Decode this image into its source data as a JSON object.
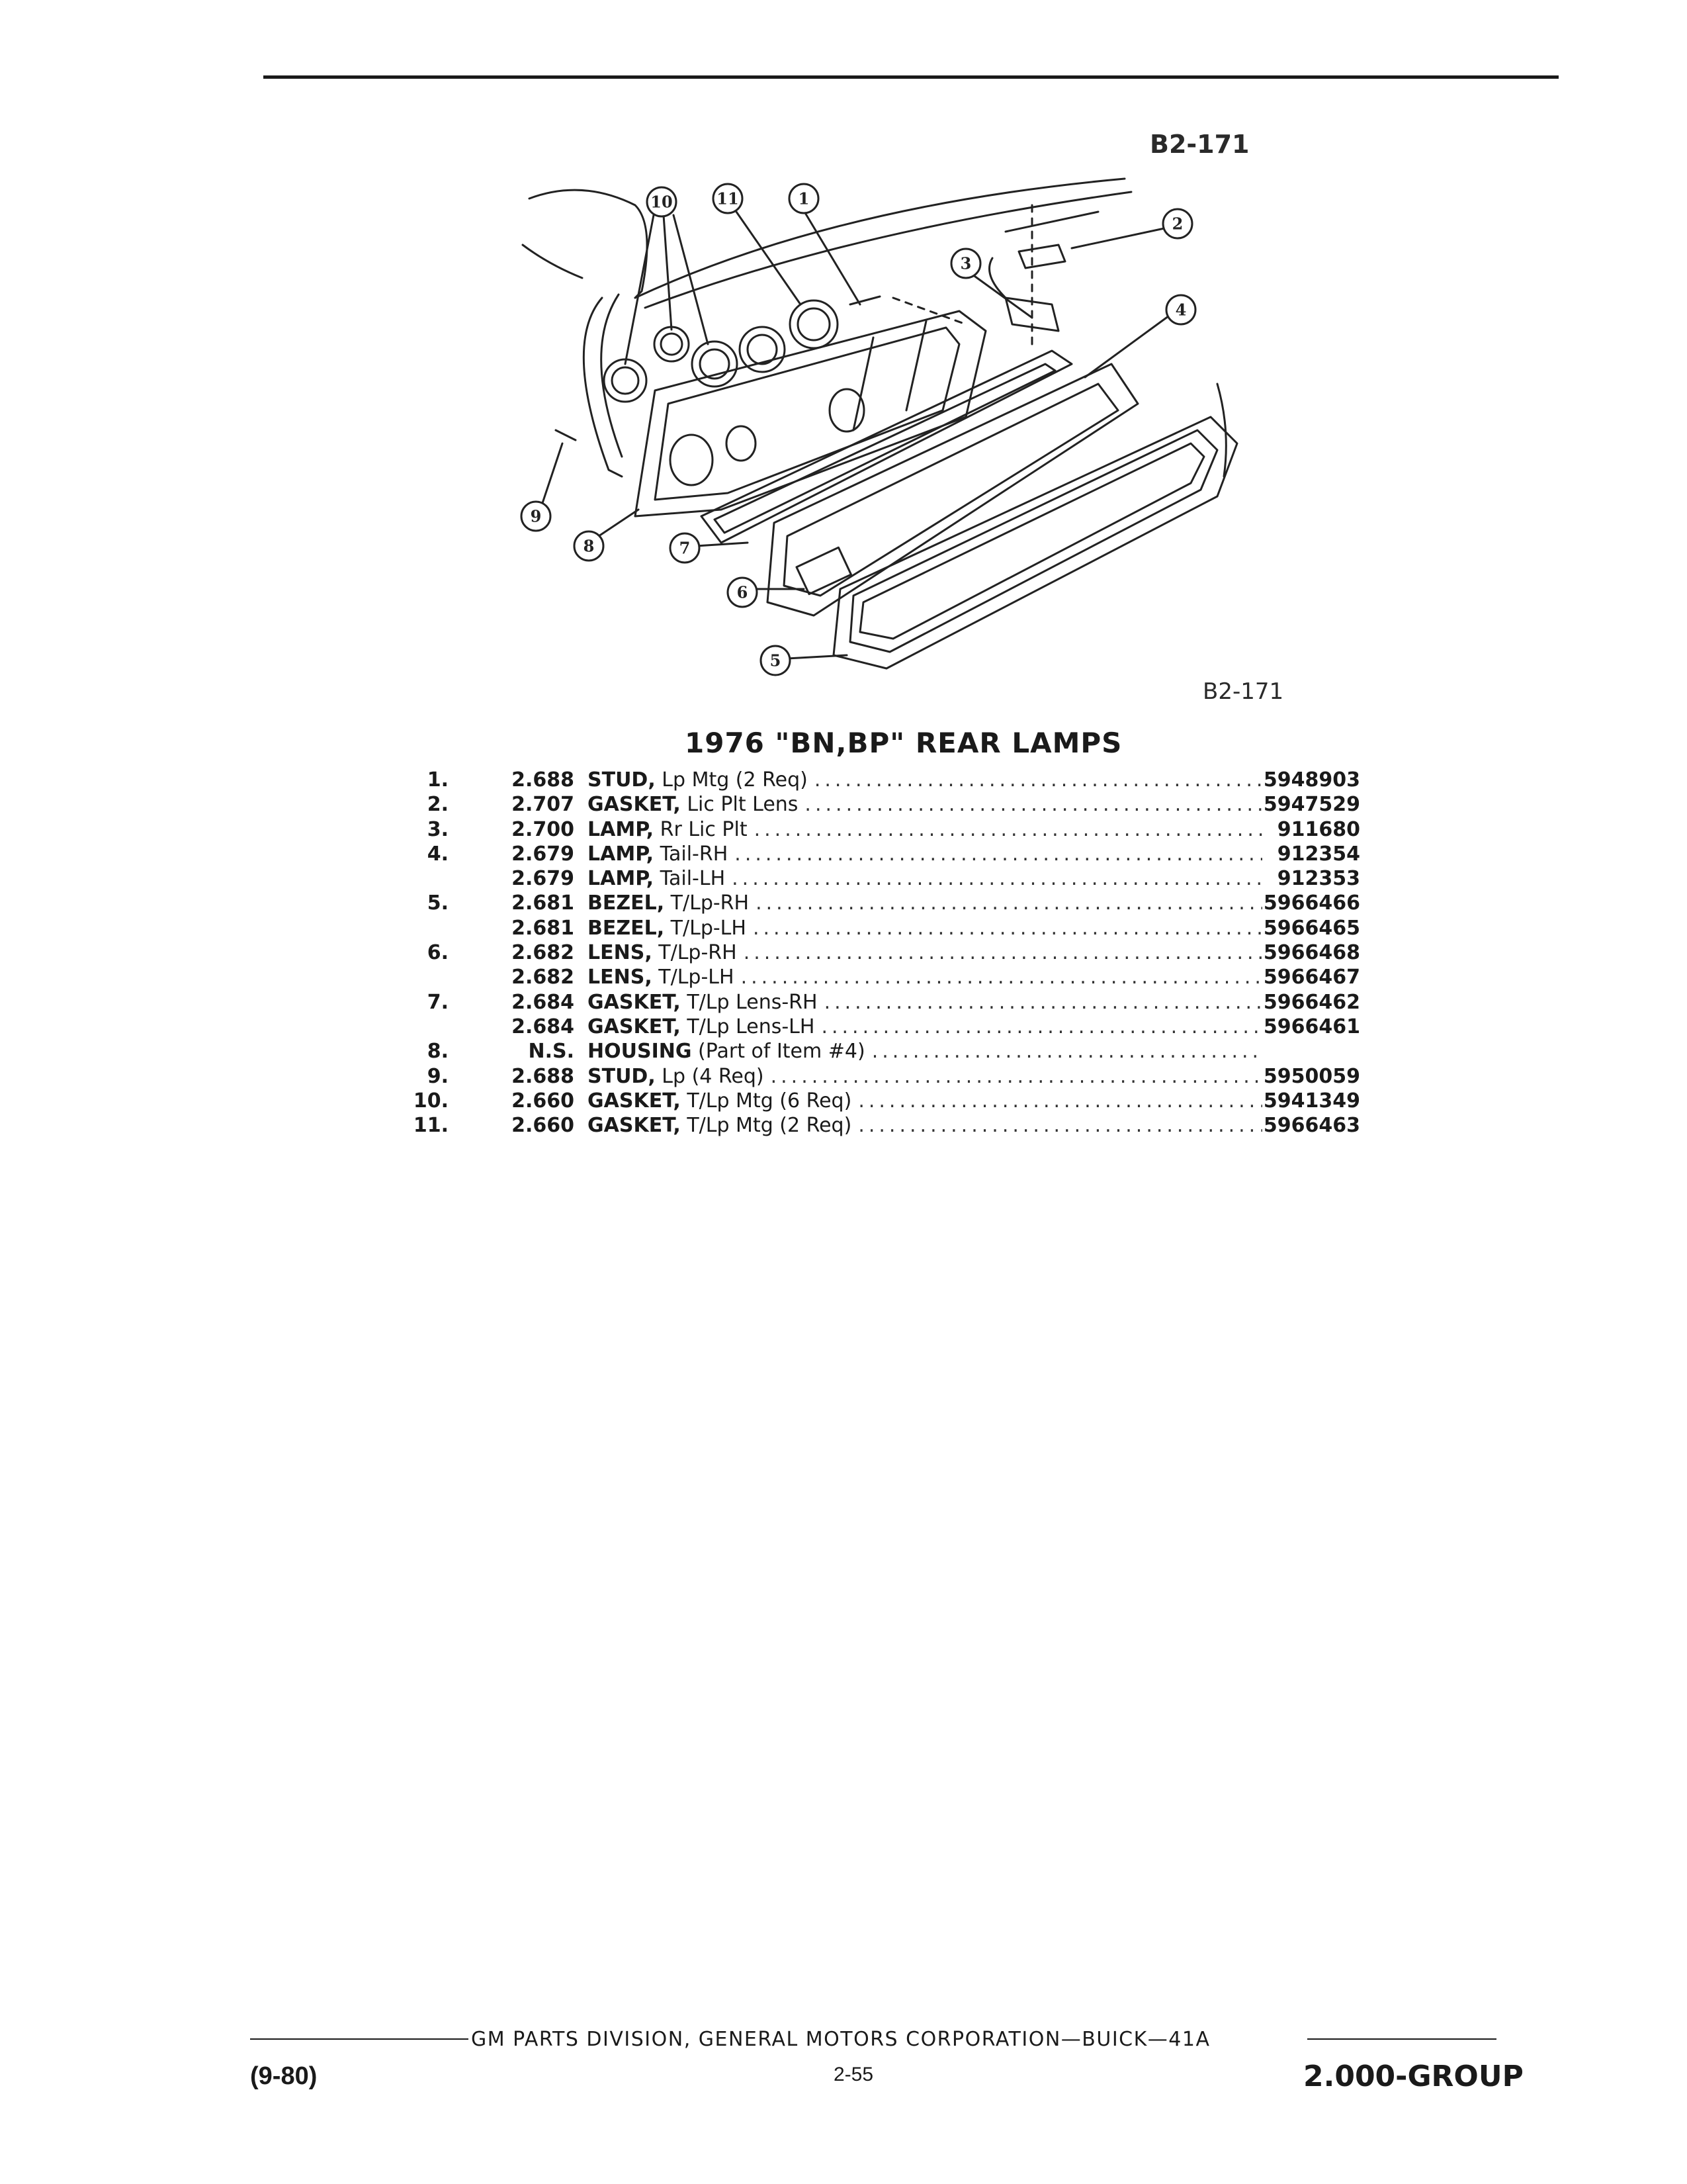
{
  "figure_code_top": "B2-171",
  "figure_code_bottom": "B2-171",
  "callouts": [
    "1",
    "2",
    "3",
    "4",
    "5",
    "6",
    "7",
    "8",
    "9",
    "10",
    "11"
  ],
  "section_title": "1976 \"BN,BP\" REAR LAMPS",
  "parts": [
    {
      "item": "1.",
      "group": "2.688",
      "name": "STUD,",
      "desc": "Lp Mtg (2 Req)",
      "part_no": "5948903"
    },
    {
      "item": "2.",
      "group": "2.707",
      "name": "GASKET,",
      "desc": "Lic Plt Lens",
      "part_no": "5947529"
    },
    {
      "item": "3.",
      "group": "2.700",
      "name": "LAMP,",
      "desc": "Rr Lic Plt",
      "part_no": "911680"
    },
    {
      "item": "4.",
      "group": "2.679",
      "name": "LAMP,",
      "desc": "Tail-RH",
      "part_no": "912354"
    },
    {
      "item": "",
      "group": "2.679",
      "name": "LAMP,",
      "desc": "Tail-LH",
      "part_no": "912353"
    },
    {
      "item": "5.",
      "group": "2.681",
      "name": "BEZEL,",
      "desc": "T/Lp-RH",
      "part_no": "5966466"
    },
    {
      "item": "",
      "group": "2.681",
      "name": "BEZEL,",
      "desc": "T/Lp-LH",
      "part_no": "5966465"
    },
    {
      "item": "6.",
      "group": "2.682",
      "name": "LENS,",
      "desc": "T/Lp-RH",
      "part_no": "5966468"
    },
    {
      "item": "",
      "group": "2.682",
      "name": "LENS,",
      "desc": "T/Lp-LH",
      "part_no": "5966467"
    },
    {
      "item": "7.",
      "group": "2.684",
      "name": "GASKET,",
      "desc": "T/Lp Lens-RH",
      "part_no": "5966462"
    },
    {
      "item": "",
      "group": "2.684",
      "name": "GASKET,",
      "desc": "T/Lp Lens-LH",
      "part_no": "5966461"
    },
    {
      "item": "8.",
      "group": "N.S.",
      "name": "HOUSING",
      "desc": "(Part of Item #4)",
      "part_no": ""
    },
    {
      "item": "9.",
      "group": "2.688",
      "name": "STUD,",
      "desc": "Lp (4 Req)",
      "part_no": "5950059"
    },
    {
      "item": "10.",
      "group": "2.660",
      "name": "GASKET,",
      "desc": "T/Lp Mtg (6 Req)",
      "part_no": "5941349"
    },
    {
      "item": "11.",
      "group": "2.660",
      "name": "GASKET,",
      "desc": "T/Lp Mtg (2 Req)",
      "part_no": "5966463"
    }
  ],
  "footer": {
    "company": "GM PARTS DIVISION, GENERAL MOTORS CORPORATION—BUICK—41A",
    "date": "(9-80)",
    "page": "2-55",
    "group": "2.000-GROUP"
  }
}
